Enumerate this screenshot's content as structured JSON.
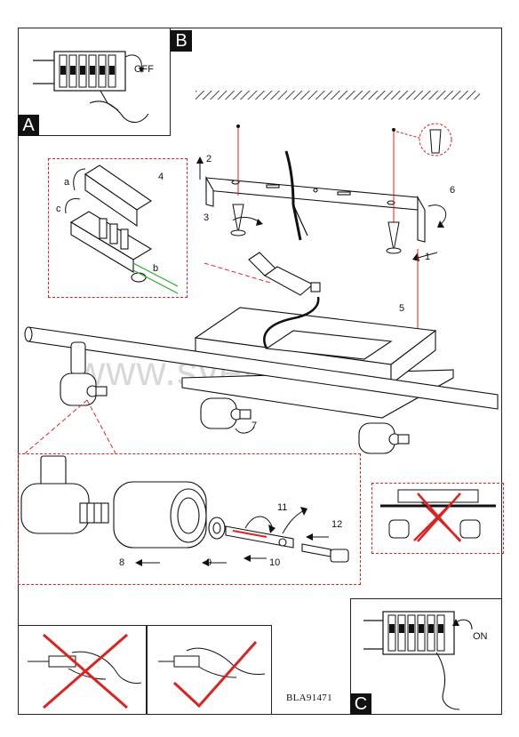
{
  "badges": {
    "a": "A",
    "b": "B",
    "c": "C"
  },
  "labels": {
    "off": "OFF",
    "on": "ON"
  },
  "steps": {
    "s1": "1",
    "s2": "2",
    "s3": "3",
    "s4": "4",
    "s5": "5",
    "s6": "6",
    "s7": "7",
    "s8": "8",
    "s9": "9",
    "s10": "10",
    "s11": "11",
    "s12": "12"
  },
  "letters": {
    "a": "a",
    "b": "b",
    "c": "c"
  },
  "watermark": "www.svetodom.ru",
  "model_code": "BLA91471",
  "colors": {
    "accent_red": "#d22222",
    "line": "#111111",
    "hatch": "#444444"
  }
}
